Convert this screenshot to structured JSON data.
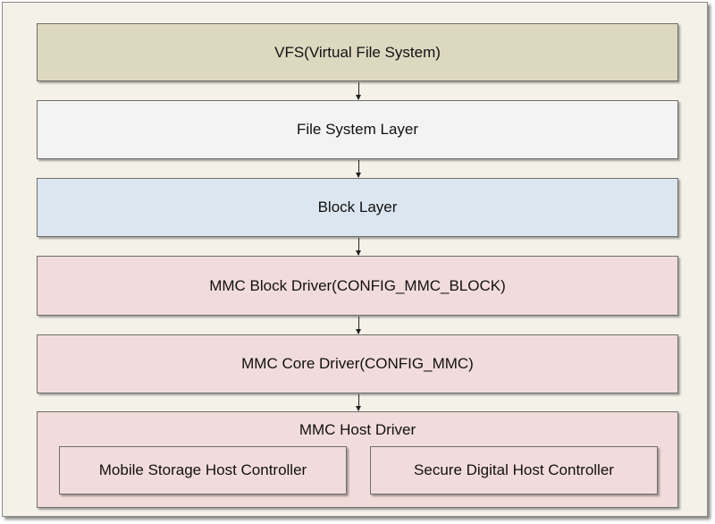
{
  "diagram": {
    "layers": {
      "vfs": "VFS(Virtual File System)",
      "file_system": "File System Layer",
      "block": "Block Layer",
      "mmc_block_driver": "MMC Block Driver(CONFIG_MMC_BLOCK)",
      "mmc_core_driver": "MMC Core Driver(CONFIG_MMC)",
      "mmc_host_driver": "MMC Host Driver"
    },
    "host_controllers": [
      "Mobile Storage Host Controller",
      "Secure Digital Host Controller"
    ]
  }
}
